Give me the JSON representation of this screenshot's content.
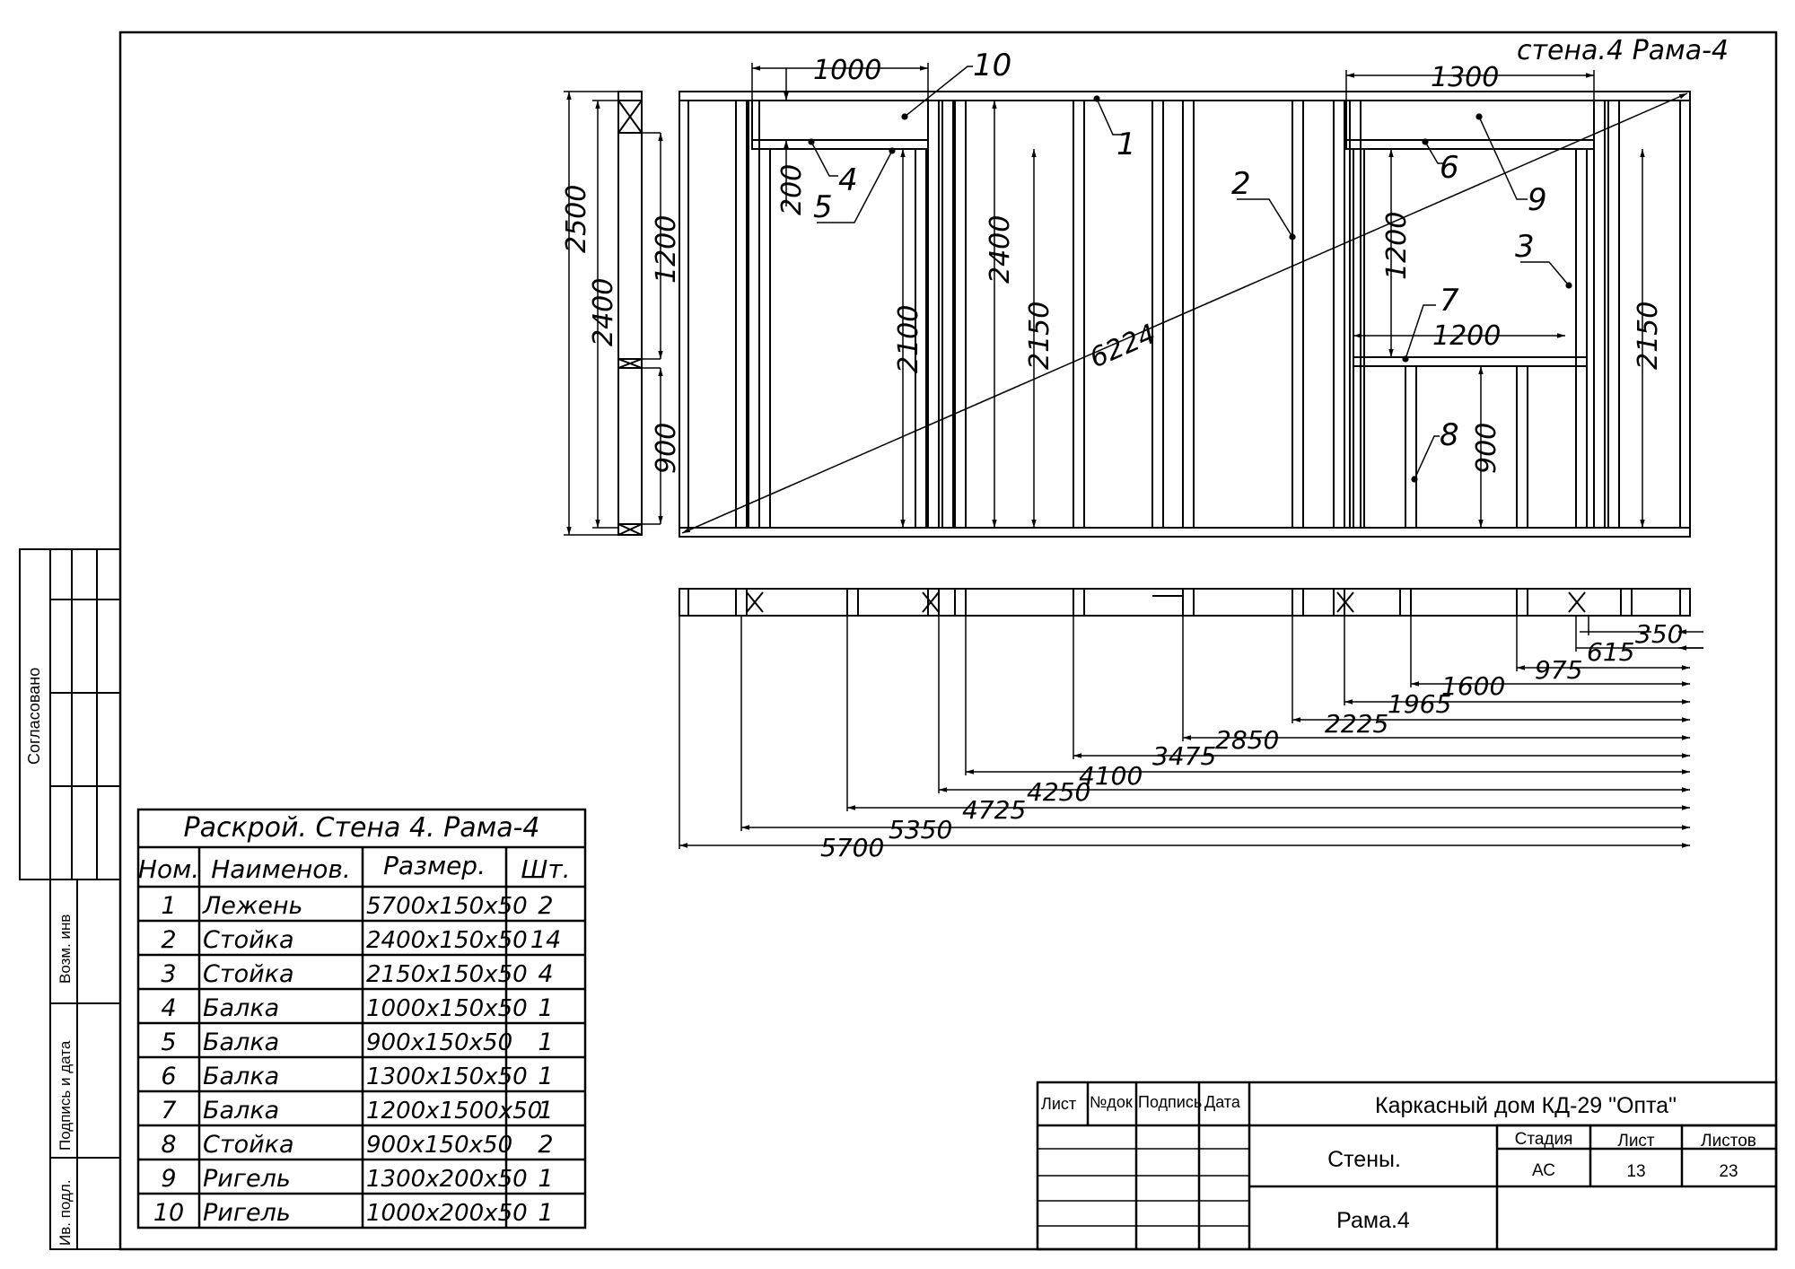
{
  "header": {
    "title": "стена.4 Рама-4"
  },
  "elevation": {
    "callouts": [
      "1",
      "2",
      "3",
      "4",
      "5",
      "6",
      "7",
      "8",
      "9",
      "10"
    ],
    "dims": {
      "top_1000": "1000",
      "top_1300": "1300",
      "left_2500": "2500",
      "left_2400": "2400",
      "left_1200": "1200",
      "left_900": "900",
      "door_200": "200",
      "door_2100": "2100",
      "mid_2400": "2400",
      "mid_2150": "2150",
      "diag_6224": "6224",
      "win_1200v": "1200",
      "win_1200h": "1200",
      "win_900": "900",
      "right_2150": "2150"
    }
  },
  "plan": {
    "dims": [
      "350",
      "615",
      "975",
      "1600",
      "1965",
      "2225",
      "2850",
      "3475",
      "4100",
      "4250",
      "4725",
      "5350",
      "5700"
    ]
  },
  "side_labels": [
    "Согласовано",
    "Возм. инв",
    "Подпись и дата",
    "Ив. подл."
  ],
  "cut_table": {
    "title": "Раскрой. Стена 4. Рама-4",
    "headers": [
      "Ном.",
      "Наименов.",
      "Размер.",
      "Шт."
    ],
    "rows": [
      [
        "1",
        "Лежень",
        "5700х150х50",
        "2"
      ],
      [
        "2",
        "Стойка",
        "2400х150х50",
        "14"
      ],
      [
        "3",
        "Стойка",
        "2150х150х50",
        "4"
      ],
      [
        "4",
        "Балка",
        "1000х150х50",
        "1"
      ],
      [
        "5",
        "Балка",
        "900х150х50",
        "1"
      ],
      [
        "6",
        "Балка",
        "1300х150х50",
        "1"
      ],
      [
        "7",
        "Балка",
        "1200х1500х50",
        "1"
      ],
      [
        "8",
        "Стойка",
        "900х150х50",
        "2"
      ],
      [
        "9",
        "Ригель",
        "1300х200х50",
        "1"
      ],
      [
        "10",
        "Ригель",
        "1000х200х50",
        "1"
      ]
    ]
  },
  "title_block": {
    "col_list": "Лист",
    "col_ndoc": "№док",
    "col_sign": "Подпись",
    "col_date": "Дата",
    "project": "Каркасный дом КД-29 \"Опта\"",
    "section": "Стены.",
    "sheet_name": "Рама.4",
    "stage_label": "Стадия",
    "sheet_label": "Лист",
    "sheets_label": "Листов",
    "stage": "АС",
    "sheet": "13",
    "sheets": "23"
  }
}
